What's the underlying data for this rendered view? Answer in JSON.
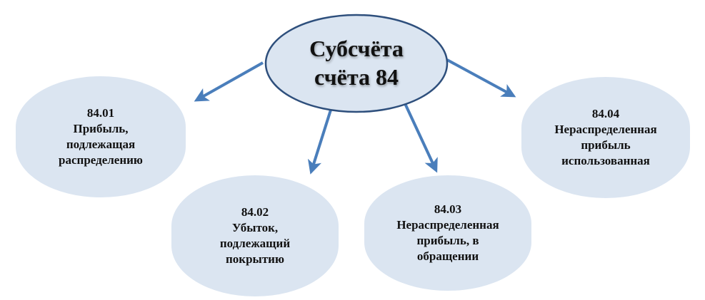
{
  "center": {
    "line1": "Субсчёта",
    "line2": "счёта 84"
  },
  "nodes": [
    {
      "code": "84.01",
      "lines": [
        "Прибыль,",
        "подлежащая",
        "распределению"
      ]
    },
    {
      "code": "84.02",
      "lines": [
        "Убыток,",
        "подлежащий",
        "покрытию"
      ]
    },
    {
      "code": "84.03",
      "lines": [
        "Нераспределенная",
        "прибыль, в",
        "обращении"
      ]
    },
    {
      "code": "84.04",
      "lines": [
        "Нераспределенная",
        "прибыль",
        "использованная"
      ]
    }
  ],
  "colors": {
    "node_fill": "#dbe5f1",
    "ellipse_fill": "#dbe5f1",
    "ellipse_stroke": "#2e4f7c",
    "arrow": "#4a7ebb"
  }
}
